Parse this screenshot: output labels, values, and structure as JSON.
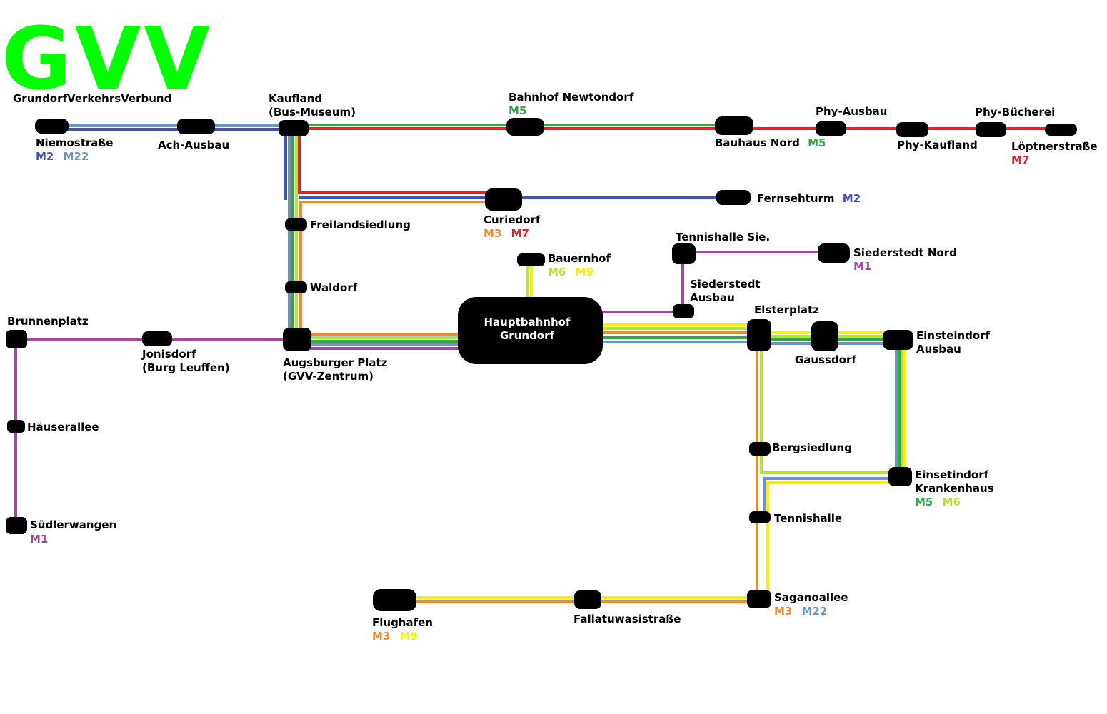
{
  "title": "GVV",
  "subtitle": "GrundorfVerkehrsVerbund",
  "colors": {
    "M1": "#a347a3",
    "M2": "#3f4fc9",
    "M22": "#6b93c9",
    "M3": "#f08a2c",
    "M5": "#2ea84a",
    "M6": "#b6e33a",
    "M7": "#e3232b",
    "M9": "#ffee00",
    "logo": "#00ff00",
    "station": "#000000"
  },
  "stations": {
    "niemostrasse": {
      "name": "Niemostraße",
      "lines": [
        "M2",
        "M22"
      ]
    },
    "ach_ausbau": {
      "name": "Ach-Ausbau"
    },
    "kaufland": {
      "name_1": "Kaufland",
      "name_2": "(Bus-Museum)"
    },
    "bahnhof_newtondorf": {
      "name": "Bahnhof Newtondorf",
      "lines": [
        "M5"
      ]
    },
    "bauhaus_nord": {
      "name": "Bauhaus Nord",
      "lines": [
        "M5"
      ]
    },
    "phy_ausbau": {
      "name": "Phy-Ausbau"
    },
    "phy_kaufland": {
      "name": "Phy-Kaufland"
    },
    "phy_buecherei": {
      "name": "Phy-Bücherei"
    },
    "loeptnerstrasse": {
      "name": "Löptnerstraße",
      "lines": [
        "M7"
      ]
    },
    "curiedorf": {
      "name": "Curiedorf",
      "lines": [
        "M3",
        "M7"
      ]
    },
    "fernsehturm": {
      "name": "Fernsehturm",
      "lines": [
        "M2"
      ]
    },
    "freilandsiedlung": {
      "name": "Freilandsiedlung"
    },
    "waldorf": {
      "name": "Waldorf"
    },
    "bauernhof": {
      "name": "Bauernhof",
      "lines": [
        "M6",
        "M9"
      ]
    },
    "tennishalle_sie": {
      "name": "Tennishalle Sie."
    },
    "siederstedt_nord": {
      "name": "Siederstedt Nord",
      "lines": [
        "M1"
      ]
    },
    "siederstedt_ausbau": {
      "name_1": "Siederstedt",
      "name_2": "Ausbau"
    },
    "hauptbahnhof": {
      "name_1": "Hauptbahnhof",
      "name_2": "Grundorf"
    },
    "elsterplatz": {
      "name": "Elsterplatz"
    },
    "gaussdorf": {
      "name": "Gaussdorf"
    },
    "einsteindorf_ausbau": {
      "name_1": "Einsteindorf",
      "name_2": "Ausbau"
    },
    "brunnenplatz": {
      "name": "Brunnenplatz"
    },
    "jonisdorf": {
      "name_1": "Jonisdorf",
      "name_2": "(Burg Leuffen)"
    },
    "augsburger_platz": {
      "name_1": "Augsburger Platz",
      "name_2": "(GVV-Zentrum)"
    },
    "haeuserallee": {
      "name": "Häuserallee"
    },
    "suedlerwangen": {
      "name": "Südlerwangen",
      "lines": [
        "M1"
      ]
    },
    "bergsiedlung": {
      "name": "Bergsiedlung"
    },
    "einsteindorf_krankenhaus": {
      "name_1": "Einsetindorf",
      "name_2": "Krankenhaus",
      "lines": [
        "M5",
        "M6"
      ]
    },
    "tennishalle": {
      "name": "Tennishalle"
    },
    "saganoallee": {
      "name": "Saganoallee",
      "lines": [
        "M3",
        "M22"
      ]
    },
    "flughafen": {
      "name": "Flughafen",
      "lines": [
        "M3",
        "M9"
      ]
    },
    "fallatuwasistrasse": {
      "name": "Fallatuwasistraße"
    }
  }
}
